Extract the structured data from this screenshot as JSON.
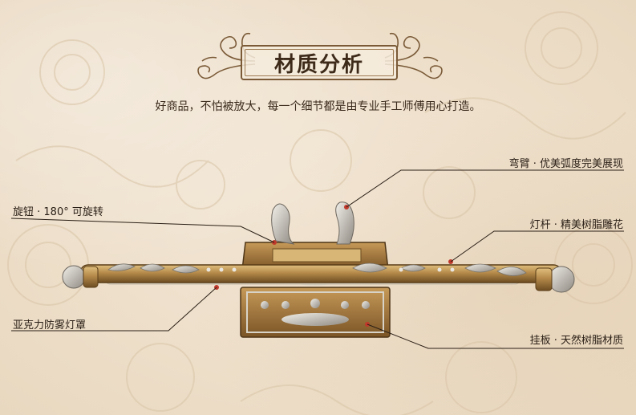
{
  "heading": {
    "title": "材质分析",
    "subtitle": "好商品，不怕被放大，每一个细节都是由专业手工师傅用心打造。"
  },
  "annotations": {
    "arm": "弯臂 · 优美弧度完美展现",
    "knob": "旋钮 · 180° 可旋转",
    "rod": "灯杆 · 精美树脂雕花",
    "shade": "亚克力防雾灯罩",
    "plate": "挂板 · 天然树脂材质"
  },
  "colors": {
    "gold": "#b58a4a",
    "silver": "#c9c6c0",
    "ink": "#2a1f16",
    "frame": "#7a5a37"
  }
}
